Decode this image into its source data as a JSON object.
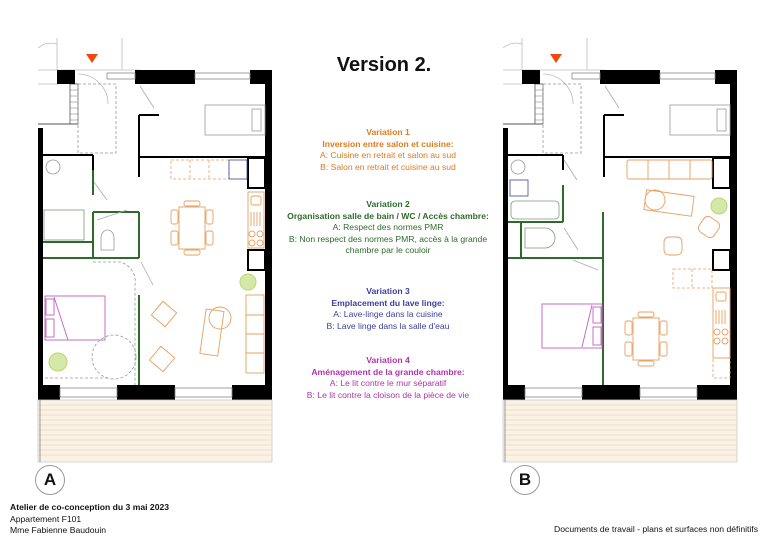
{
  "page_title": "Version 2.",
  "variations": [
    {
      "heading": "Variation 1",
      "subheading": "Inversion entre salon et cuisine:",
      "option_a": "A: Cuisine en retrait et salon au sud",
      "option_b": "B: Salon en retrait et cuisine au sud",
      "color": "#e07b1f"
    },
    {
      "heading": "Variation 2",
      "subheading": "Organisation salle de bain / WC / Accès chambre:",
      "option_a": "A: Respect des normes PMR",
      "option_b_line1": "B: Non respect des normes PMR, accès à la grande",
      "option_b_line2": "chambre par le couloir",
      "color": "#2e6b2a"
    },
    {
      "heading": "Variation 3",
      "subheading": "Emplacement du lave linge:",
      "option_a": "A: Lave-linge dans la cuisine",
      "option_b": "B: Lave linge dans la salle d'eau",
      "color": "#3b3f9a"
    },
    {
      "heading": "Variation 4",
      "subheading": "Aménagement de la grande chambre:",
      "option_a": "A: Le lit contre le mur séparatif",
      "option_b": "B: Le lit contre la cloison de la pièce de vie",
      "color": "#b035a8"
    }
  ],
  "plans": {
    "a": {
      "label": "A"
    },
    "b": {
      "label": "B"
    }
  },
  "footer": {
    "event": "Atelier de co-conception du 3 mai 2023",
    "apartment": "Appartement F101",
    "client": "Mme Fabienne Baudouin",
    "disclaimer": "Documents de travail - plans et surfaces non définitifs"
  },
  "colors": {
    "wall": "#000000",
    "partition_green": "#2e6b2a",
    "kitchen_orange": "#e8a060",
    "bed_magenta": "#c060c0",
    "plant_green": "#b8d870",
    "entrance_marker": "#ee4a10",
    "terrace": "#f8ecdc"
  }
}
